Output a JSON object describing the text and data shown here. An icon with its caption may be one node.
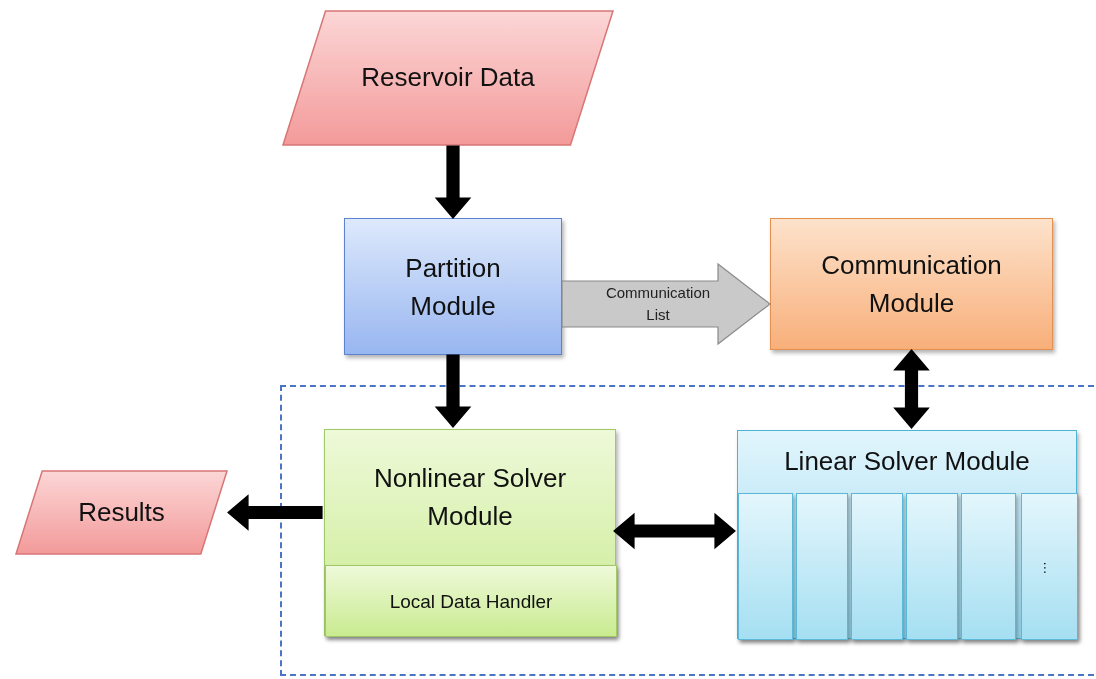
{
  "diagram": {
    "nodes": [
      {
        "text": [
          "Reservoir Data"
        ]
      },
      {
        "text": [
          "Partition Module"
        ]
      },
      {
        "text": [
          "Communication Module"
        ]
      },
      {
        "text": [],
        "shape": "box"
      },
      {
        "text": [
          "Nonlinear Solver Module"
        ],
        "in": 3
      },
      {
        "text": [
          "Local Data Handler"
        ],
        "in": 4
      },
      {
        "text": [
          "Linear Solver Module"
        ],
        "in": 3
      },
      {
        "text": [],
        "shape": "box",
        "in": 6
      },
      {
        "text": [],
        "shape": "box",
        "in": 6
      },
      {
        "text": [],
        "shape": "box",
        "in": 6
      },
      {
        "text": [],
        "shape": "box",
        "in": 6
      },
      {
        "text": [],
        "shape": "box",
        "in": 6
      },
      {
        "text": [
          "..."
        ],
        "in": 6
      },
      {
        "text": [
          "Results"
        ]
      }
    ],
    "edges": [
      {
        "from": 0,
        "to": 1,
        "arrow": "to"
      },
      {
        "from": 1,
        "to": 2,
        "arrow": "to",
        "label": "Communication List",
        "style": "thick",
        "color": "#c9c9c9"
      },
      {
        "from": 1,
        "to": 4,
        "arrow": "to"
      },
      {
        "from": 2,
        "to": 6,
        "arrow": "both"
      },
      {
        "from": 4,
        "to": 13,
        "arrow": "to"
      },
      {
        "from": 4,
        "to": 6,
        "arrow": "both"
      }
    ]
  }
}
